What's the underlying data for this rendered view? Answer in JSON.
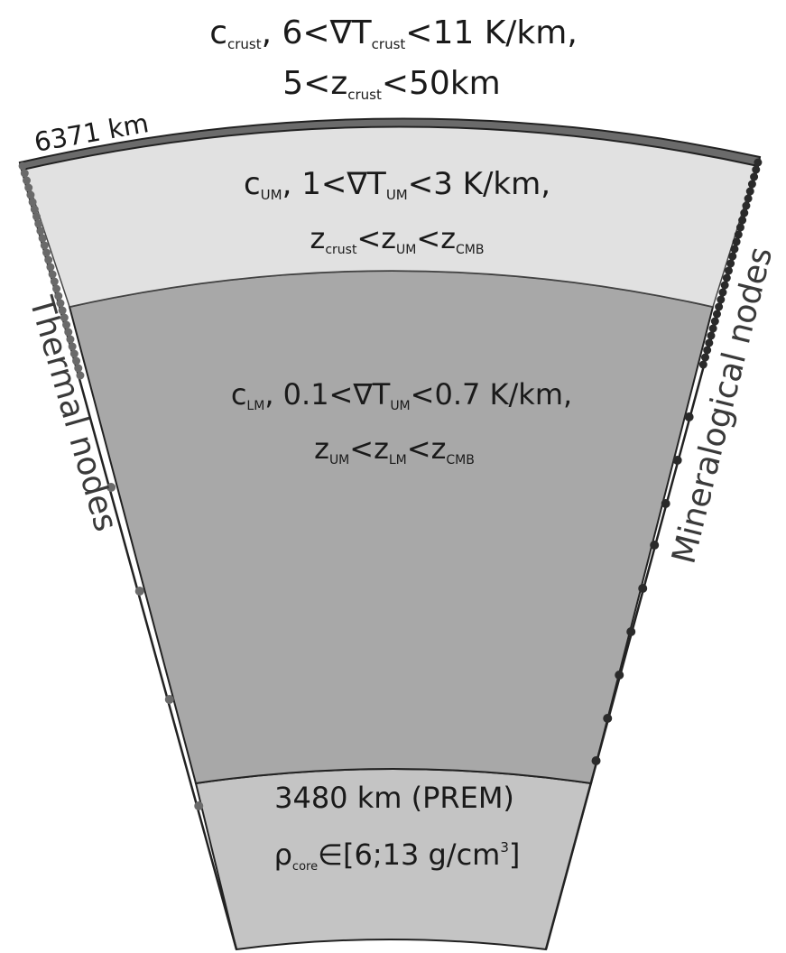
{
  "top_label": {
    "line1": {
      "sym": "c",
      "sub": "crust",
      "mid": ", 6<∇T",
      "sub2": "crust",
      "end": "<11 K/km,"
    },
    "line2": {
      "pre": "5<z",
      "sub": "crust",
      "end": "<50km"
    }
  },
  "radius_label": "6371 km",
  "upper_mantle": {
    "line1": {
      "sym": "c",
      "sub": "UM",
      "mid": ", 1<∇T",
      "sub2": "UM",
      "end": "<3 K/km,"
    },
    "line2": {
      "a": "z",
      "a_sub": "crust",
      "b": "<z",
      "b_sub": "UM",
      "c": "<z",
      "c_sub": "CMB"
    }
  },
  "lower_mantle": {
    "line1": {
      "sym": "c",
      "sub": "LM",
      "mid": ", 0.1<∇T",
      "sub2": "UM",
      "end": "<0.7 K/km,"
    },
    "line2": {
      "a": "z",
      "a_sub": "UM",
      "b": "<z",
      "b_sub": "LM",
      "c": "<z",
      "c_sub": "CMB"
    }
  },
  "core": {
    "line1": "3480 km (PREM)",
    "line2": {
      "sym": "ρ",
      "sub": "core",
      "rest": "∈[6;13 g/cm",
      "sup": "3",
      "close": "]"
    }
  },
  "side_labels": {
    "left": "Thermal nodes",
    "right": "Mineralogical nodes"
  },
  "colors": {
    "crust": "#6b6b6b",
    "upper_mantle": "#e1e1e1",
    "lower_mantle": "#a8a8a8",
    "core": "#c4c4c4",
    "thermal_nodes": "#6a6a6a",
    "mineral_nodes": "#2a2a2a"
  }
}
